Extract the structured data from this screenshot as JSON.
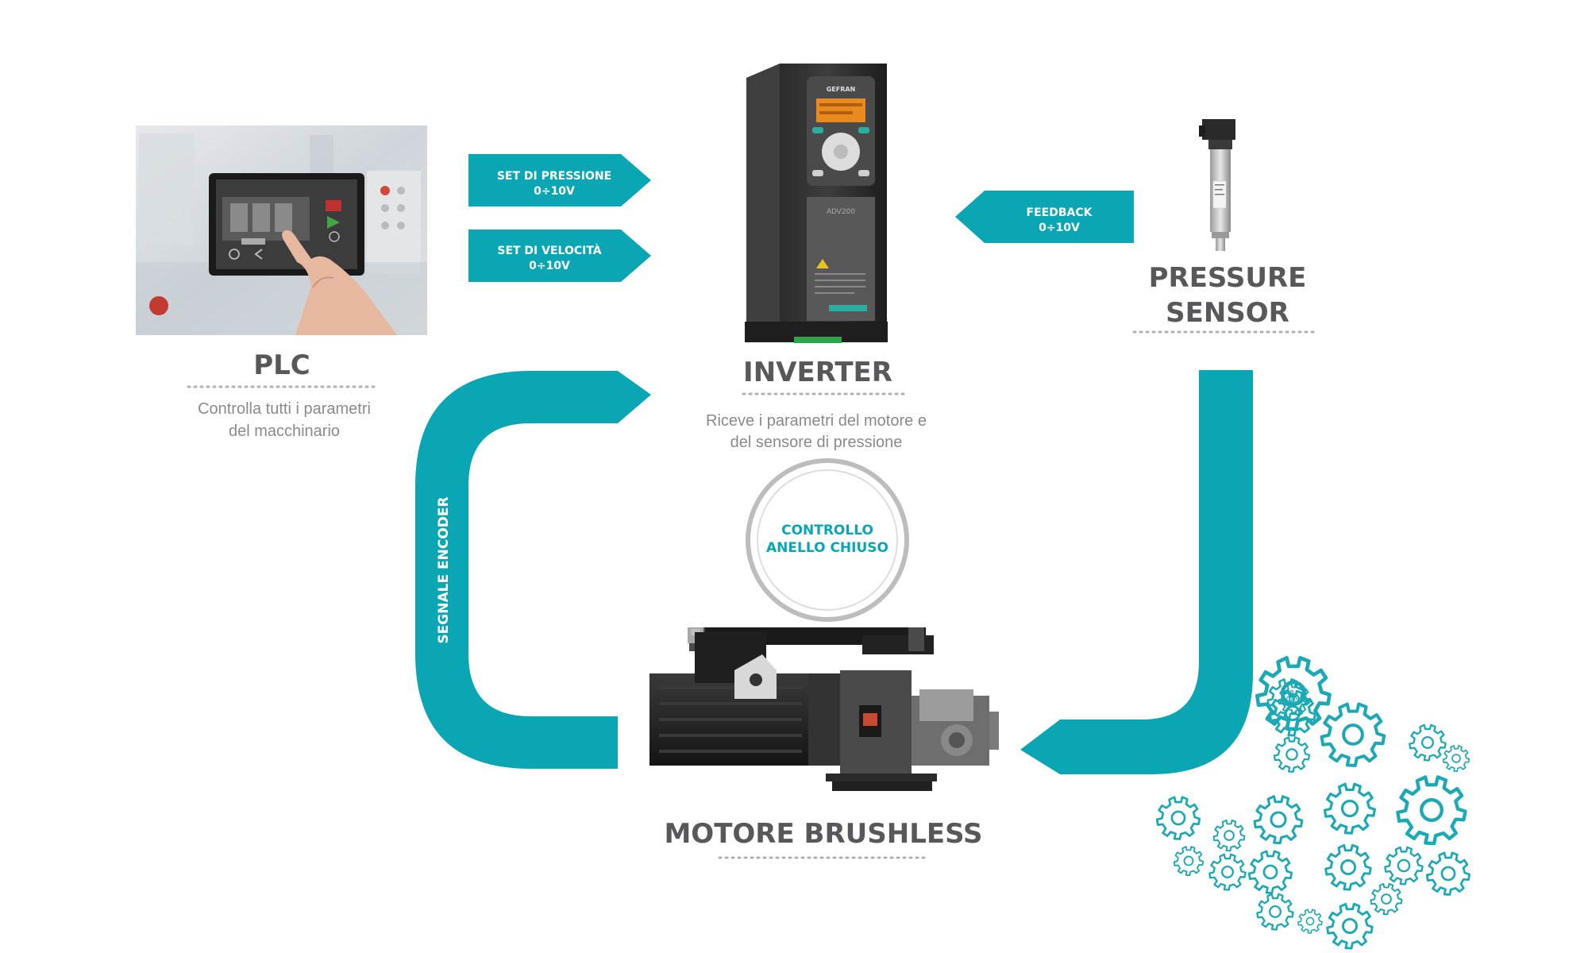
{
  "colors": {
    "accent": "#0aa6b3",
    "title": "#58585a",
    "subtitle": "#8a8a8a",
    "ring": "#bdbdbd"
  },
  "plc": {
    "title": "PLC",
    "desc_line1": "Controlla tutti i parametri",
    "desc_line2": "del macchinario"
  },
  "inverter": {
    "title": "INVERTER",
    "desc_line1": "Riceve i parametri del motore e",
    "desc_line2": "del sensore di pressione",
    "brand": "GEFRAN",
    "model": "ADV200"
  },
  "sensor": {
    "title_line1": "PRESSURE",
    "title_line2": "SENSOR"
  },
  "motor": {
    "title": "MOTORE BRUSHLESS"
  },
  "arrows": {
    "set_pressure": {
      "line1": "SET DI PRESSIONE",
      "line2": "0÷10V"
    },
    "set_speed": {
      "line1": "SET DI VELOCITÀ",
      "line2": "0÷10V"
    },
    "feedback": {
      "line1": "FEEDBACK",
      "line2": "0÷10V"
    }
  },
  "encoder": {
    "label": "SEGNALE ENCODER"
  },
  "loop": {
    "line1": "CONTROLLO",
    "line2": "ANELLO CHIUSO"
  }
}
